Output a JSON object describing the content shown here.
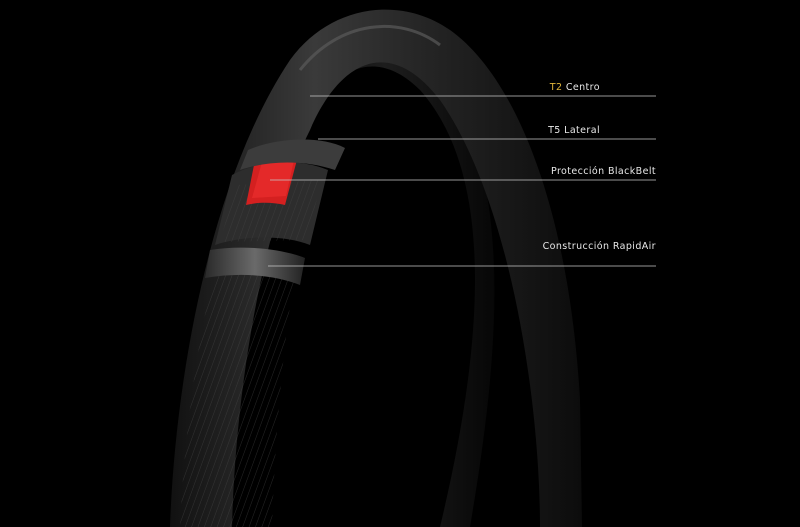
{
  "callouts": [
    {
      "id": "t2",
      "prefix": "T2",
      "text": " Centro"
    },
    {
      "id": "t5",
      "text": "T5 Lateral"
    },
    {
      "id": "bb",
      "text": "Protección BlackBelt"
    },
    {
      "id": "ra",
      "text": "Construcción RapidAir"
    }
  ],
  "colors": {
    "background": "#000000",
    "label_text": "#e8e8e8",
    "label_highlight": "#e0b43a",
    "blackbelt_layer": "#d42020"
  }
}
